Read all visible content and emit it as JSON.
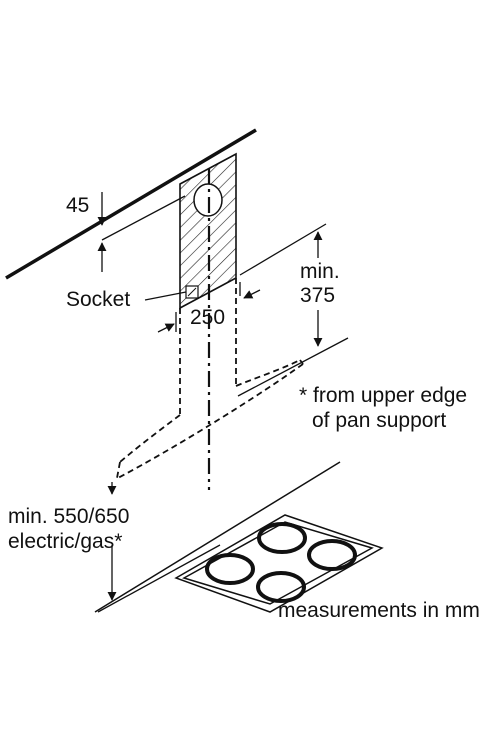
{
  "labels": {
    "dim_45": "45",
    "socket": "Socket",
    "dim_250": "250",
    "min_375_line1": "min.",
    "min_375_line2": "375",
    "note_line1": "* from upper edge",
    "note_line2": "of pan support",
    "min_550_line1": "min. 550/650",
    "min_550_line2": "electric/gas*",
    "measurements": "measurements in mm"
  }
}
